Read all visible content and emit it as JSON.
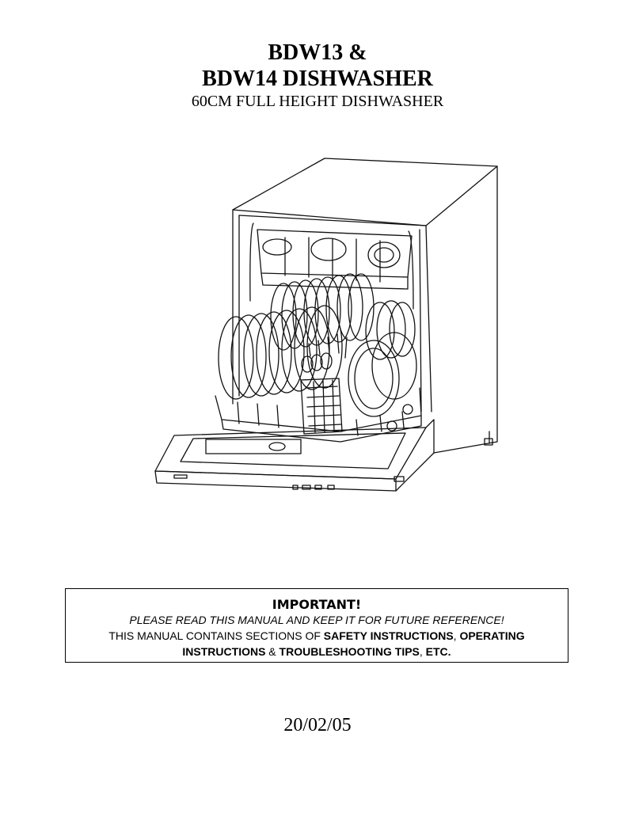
{
  "document": {
    "title_line1": "BDW13 &",
    "title_line2": "BDW14 DISHWASHER",
    "subtitle": "60CM FULL HEIGHT DISHWASHER",
    "illustration_icon": "dishwasher-line-drawing",
    "notice": {
      "heading": "IMPORTANT!",
      "line1": "PLEASE  READ THIS MANUAL AND KEEP IT FOR FUTURE REFERENCE!",
      "line2_prefix": "THIS MANUAL CONTAINS SECTIONS OF ",
      "line2_bold1": "SAFETY INSTRUCTIONS",
      "line2_sep": ", ",
      "line2_bold2": "OPERATING",
      "line3_bold1": "INSTRUCTIONS",
      "line3_amp": " & ",
      "line3_bold2": "TROUBLESHOOTING TIPS",
      "line3_sep": ", ",
      "line3_bold3": "ETC."
    },
    "date": "20/02/05"
  }
}
